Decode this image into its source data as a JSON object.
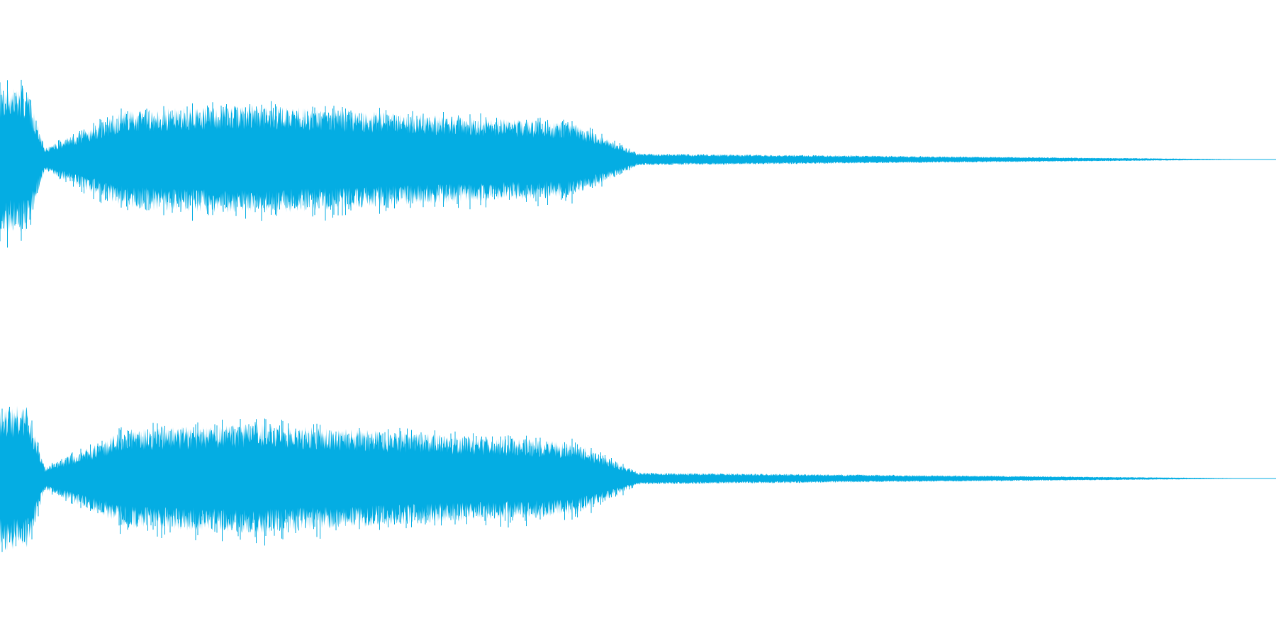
{
  "waveform": {
    "color": "#04ade3",
    "background": "#ffffff",
    "channels": [
      {
        "id": "left"
      },
      {
        "id": "right"
      }
    ],
    "envelope": {
      "description_points_fraction_of_duration": [
        0.0,
        0.021,
        0.035,
        0.1,
        0.2,
        0.3,
        0.45,
        0.5,
        1.0
      ],
      "peak_amplitude_fraction": [
        0.95,
        0.95,
        0.15,
        0.65,
        0.72,
        0.62,
        0.48,
        0.08,
        0.0
      ]
    }
  }
}
